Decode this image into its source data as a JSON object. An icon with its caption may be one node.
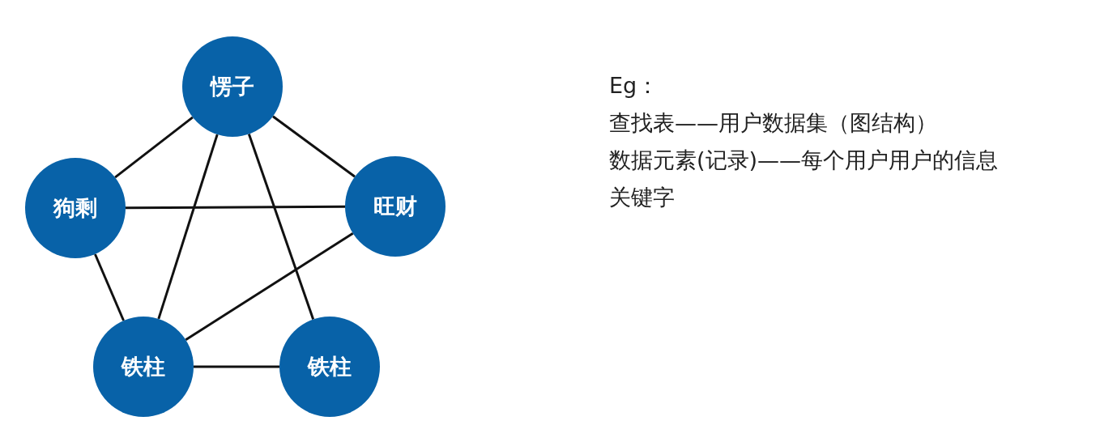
{
  "diagram": {
    "nodes": [
      {
        "text": [
          "愣子"
        ]
      },
      {
        "text": [
          "狗剩"
        ]
      },
      {
        "text": [
          "旺财"
        ]
      },
      {
        "text": [
          "铁柱"
        ]
      },
      {
        "text": [
          "铁柱"
        ]
      }
    ],
    "edges": [
      {
        "from": 0,
        "to": 1,
        "arrow": "none"
      },
      {
        "from": 0,
        "to": 2,
        "arrow": "none"
      },
      {
        "from": 0,
        "to": 3,
        "arrow": "none"
      },
      {
        "from": 0,
        "to": 4,
        "arrow": "none"
      },
      {
        "from": 1,
        "to": 2,
        "arrow": "none"
      },
      {
        "from": 1,
        "to": 3,
        "arrow": "none"
      },
      {
        "from": 2,
        "to": 3,
        "arrow": "none"
      },
      {
        "from": 3,
        "to": 4,
        "arrow": "none"
      }
    ],
    "labels": [
      "Eg：",
      "查找表——用户数据集（图结构）",
      "数据元素(记录)——每个用户用户的信息",
      "关键字"
    ]
  }
}
